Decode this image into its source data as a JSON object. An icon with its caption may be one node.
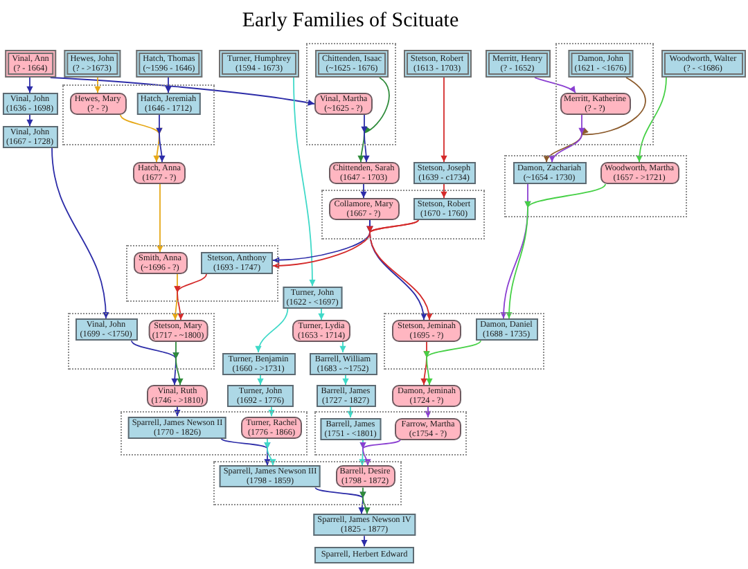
{
  "diagram": {
    "title": "Early Families of Scituate",
    "nodes": [
      {
        "text": [
          "Vinal, Ann",
          "(? - 1664)"
        ]
      },
      {
        "text": [
          "Hewes, John",
          "(? - >1673)"
        ]
      },
      {
        "text": [
          "Hatch, Thomas",
          "(~1596 - 1646)"
        ]
      },
      {
        "text": [
          "Turner, Humphrey",
          "(1594 - 1673)"
        ]
      },
      {
        "text": [],
        "shape": "box"
      },
      {
        "text": [
          "Chittenden, Isaac",
          "(~1625 - 1676)"
        ],
        "in": 4
      },
      {
        "text": [
          "Stetson, Robert",
          "(1613 - 1703)"
        ]
      },
      {
        "text": [
          "Merritt, Henry",
          "(? - 1652)"
        ]
      },
      {
        "text": [],
        "shape": "box"
      },
      {
        "text": [
          "Damon, John",
          "(1621 - <1676)"
        ],
        "in": 8
      },
      {
        "text": [
          "Woodworth, Walter",
          "(? - <1686)"
        ]
      },
      {
        "text": [
          "Vinal, John",
          "(1636 - 1698)"
        ]
      },
      {
        "text": [],
        "shape": "box"
      },
      {
        "text": [
          "Hewes, Mary",
          "(? - ?)"
        ],
        "in": 12
      },
      {
        "text": [
          "Hatch, Jeremiah",
          "(1646 - 1712)"
        ],
        "in": 12
      },
      {
        "text": [
          "Vinal, Martha",
          "(~1625 - ?)"
        ],
        "in": 4
      },
      {
        "text": [
          "Merritt, Katherine",
          "(? - ?)"
        ],
        "in": 8
      },
      {
        "text": [
          "Vinal, John",
          "(1667 - 1728)"
        ]
      },
      {
        "text": [
          "Hatch, Anna",
          "(1677 - ?)"
        ]
      },
      {
        "text": [
          "Chittenden, Sarah",
          "(1647 - 1703)"
        ]
      },
      {
        "text": [
          "Stetson, Joseph",
          "(1639 - c1734)"
        ]
      },
      {
        "text": [],
        "shape": "box"
      },
      {
        "text": [
          "Damon, Zachariah",
          "(~1654 - 1730)"
        ],
        "in": 21
      },
      {
        "text": [
          "Woodworth, Martha",
          "(1657 - >1721)"
        ],
        "in": 21
      },
      {
        "text": [],
        "shape": "box"
      },
      {
        "text": [
          "Collamore, Mary",
          "(1667 - ?)"
        ],
        "in": 24
      },
      {
        "text": [
          "Stetson, Robert",
          "(1670 - 1760)"
        ],
        "in": 24
      },
      {
        "text": [],
        "shape": "box"
      },
      {
        "text": [
          "Smith, Anna",
          "(~1696 - ?)"
        ],
        "in": 27
      },
      {
        "text": [
          "Stetson, Anthony",
          "(1693 - 1747)"
        ],
        "in": 27
      },
      {
        "text": [
          "Turner, John",
          "(1622 - <1697)"
        ]
      },
      {
        "text": [],
        "shape": "box"
      },
      {
        "text": [
          "Vinal, John",
          "(1699 - <1750)"
        ],
        "in": 31
      },
      {
        "text": [
          "Stetson, Mary",
          "(1717 - ~1800)"
        ],
        "in": 31
      },
      {
        "text": [
          "Turner, Lydia",
          "(1653 - 1714)"
        ]
      },
      {
        "text": [],
        "shape": "box"
      },
      {
        "text": [
          "Stetson, Jeminah",
          "(1695 - ?)"
        ],
        "in": 35
      },
      {
        "text": [
          "Damon, Daniel",
          "(1688 - 1735)"
        ],
        "in": 35
      },
      {
        "text": [
          "Turner, Benjamin",
          "(1660 - >1731)"
        ]
      },
      {
        "text": [
          "Barrell, William",
          "(1683 - ~1752)"
        ]
      },
      {
        "text": [
          "Vinal, Ruth",
          "(1746 - >1810)"
        ]
      },
      {
        "text": [
          "Turner, John",
          "(1692 - 1776)"
        ]
      },
      {
        "text": [
          "Barrell, James",
          "(1727 - 1827)"
        ]
      },
      {
        "text": [
          "Damon, Jeminah",
          "(1724 - ?)"
        ]
      },
      {
        "text": [],
        "shape": "box"
      },
      {
        "text": [
          "Sparrell, James Newson II",
          "(1770 - 1826)"
        ],
        "in": 44
      },
      {
        "text": [
          "Turner, Rachel",
          "(1776 - 1866)"
        ],
        "in": 44
      },
      {
        "text": [],
        "shape": "box"
      },
      {
        "text": [
          "Barrell, James",
          "(1751 - <1801)"
        ],
        "in": 47
      },
      {
        "text": [
          "Farrow, Martha",
          "(c1754 - ?)"
        ],
        "in": 47
      },
      {
        "text": [],
        "shape": "box"
      },
      {
        "text": [
          "Sparrell, James Newson III",
          "(1798 - 1859)"
        ],
        "in": 50
      },
      {
        "text": [
          "Barrell, Desire",
          "(1798 - 1872)"
        ],
        "in": 50
      },
      {
        "text": [
          "Sparrell, James Newson IV",
          "(1825 - 1877)"
        ]
      },
      {
        "text": [
          "Sparrell, Herbert Edward"
        ]
      }
    ],
    "edges": [
      {
        "from": 0,
        "to": 11,
        "arrow": "to"
      },
      {
        "from": 0,
        "to": 15,
        "arrow": "to"
      },
      {
        "from": 11,
        "to": 17,
        "arrow": "to"
      },
      {
        "from": 17,
        "to": 32,
        "arrow": "to"
      },
      {
        "from": 1,
        "to": 13,
        "arrow": "to",
        "color": "#e6a817"
      },
      {
        "from": 2,
        "to": 14,
        "arrow": "to"
      },
      {
        "from": 13,
        "to": 18,
        "arrow": "to",
        "color": "#e6a817"
      },
      {
        "from": 14,
        "to": 18,
        "arrow": "to"
      },
      {
        "from": 18,
        "to": 28,
        "arrow": "to",
        "color": "#e6a817"
      },
      {
        "from": 3,
        "to": 30,
        "arrow": "to",
        "color": "#3fd9c8"
      },
      {
        "from": 5,
        "to": 19,
        "arrow": "to",
        "color": "#2e8b3a"
      },
      {
        "from": 15,
        "to": 19,
        "arrow": "to"
      },
      {
        "from": 6,
        "to": 20,
        "arrow": "to",
        "color": "#d42a2a"
      },
      {
        "from": 20,
        "to": 26,
        "arrow": "to",
        "color": "#d42a2a"
      },
      {
        "from": 19,
        "to": 25,
        "arrow": "to"
      },
      {
        "from": 7,
        "to": 16,
        "arrow": "to",
        "color": "#8a3fd1"
      },
      {
        "from": 9,
        "to": 22,
        "arrow": "to",
        "color": "#8b5a2b"
      },
      {
        "from": 16,
        "to": 22,
        "arrow": "to",
        "color": "#8a3fd1"
      },
      {
        "from": 10,
        "to": 23,
        "arrow": "to",
        "color": "#45d045"
      },
      {
        "from": 22,
        "to": 37,
        "arrow": "to",
        "color": "#8a3fd1"
      },
      {
        "from": 23,
        "to": 37,
        "arrow": "to",
        "color": "#45d045"
      },
      {
        "from": 25,
        "to": 29,
        "arrow": "to"
      },
      {
        "from": 26,
        "to": 29,
        "arrow": "to",
        "color": "#d42a2a"
      },
      {
        "from": 25,
        "to": 36,
        "arrow": "to"
      },
      {
        "from": 26,
        "to": 36,
        "arrow": "to",
        "color": "#d42a2a"
      },
      {
        "from": 28,
        "to": 33,
        "arrow": "to",
        "color": "#e6a817"
      },
      {
        "from": 29,
        "to": 33,
        "arrow": "to",
        "color": "#d42a2a"
      },
      {
        "from": 30,
        "to": 34,
        "arrow": "to",
        "color": "#3fd9c8"
      },
      {
        "from": 30,
        "to": 38,
        "arrow": "to",
        "color": "#3fd9c8"
      },
      {
        "from": 32,
        "to": 40,
        "arrow": "to"
      },
      {
        "from": 33,
        "to": 40,
        "arrow": "to",
        "color": "#2e8b3a"
      },
      {
        "from": 36,
        "to": 43,
        "arrow": "to",
        "color": "#d42a2a"
      },
      {
        "from": 37,
        "to": 43,
        "arrow": "to",
        "color": "#45d045"
      },
      {
        "from": 34,
        "to": 39,
        "arrow": "to",
        "color": "#3fd9c8"
      },
      {
        "from": 38,
        "to": 41,
        "arrow": "to",
        "color": "#3fd9c8"
      },
      {
        "from": 39,
        "to": 42,
        "arrow": "to",
        "color": "#3fd9c8"
      },
      {
        "from": 40,
        "to": 45,
        "arrow": "to"
      },
      {
        "from": 41,
        "to": 46,
        "arrow": "to",
        "color": "#3fd9c8"
      },
      {
        "from": 42,
        "to": 48,
        "arrow": "to",
        "color": "#3fd9c8"
      },
      {
        "from": 43,
        "to": 49,
        "arrow": "to",
        "color": "#8a3fd1"
      },
      {
        "from": 45,
        "to": 51,
        "arrow": "to"
      },
      {
        "from": 46,
        "to": 51,
        "arrow": "to",
        "color": "#3fd9c8"
      },
      {
        "from": 48,
        "to": 52,
        "arrow": "to",
        "color": "#3fd9c8"
      },
      {
        "from": 49,
        "to": 52,
        "arrow": "to",
        "color": "#8a3fd1"
      },
      {
        "from": 51,
        "to": 53,
        "arrow": "to"
      },
      {
        "from": 52,
        "to": 53,
        "arrow": "to",
        "color": "#2e8b3a"
      },
      {
        "from": 53,
        "to": 54,
        "arrow": "to"
      }
    ]
  }
}
